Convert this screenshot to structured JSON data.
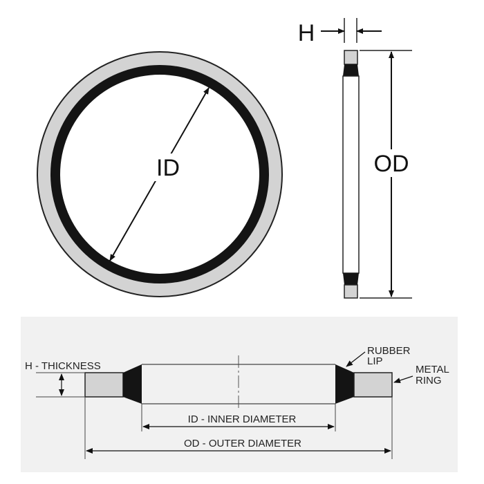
{
  "top_view": {
    "id_label": "ID"
  },
  "side_view": {
    "h_label": "H",
    "od_label": "OD"
  },
  "cross_section": {
    "thickness_label": "H - THICKNESS",
    "rubber_lip_line1": "RUBBER",
    "rubber_lip_line2": "LIP",
    "metal_ring_line1": "METAL",
    "metal_ring_line2": "RING",
    "inner_diameter_label": "ID - INNER DIAMETER",
    "outer_diameter_label": "OD - OUTER DIAMETER"
  },
  "colors": {
    "metal_ring": "#d3d3d3",
    "rubber_lip": "#141414",
    "outline": "#222222",
    "section_band": "#f1f1f1"
  }
}
